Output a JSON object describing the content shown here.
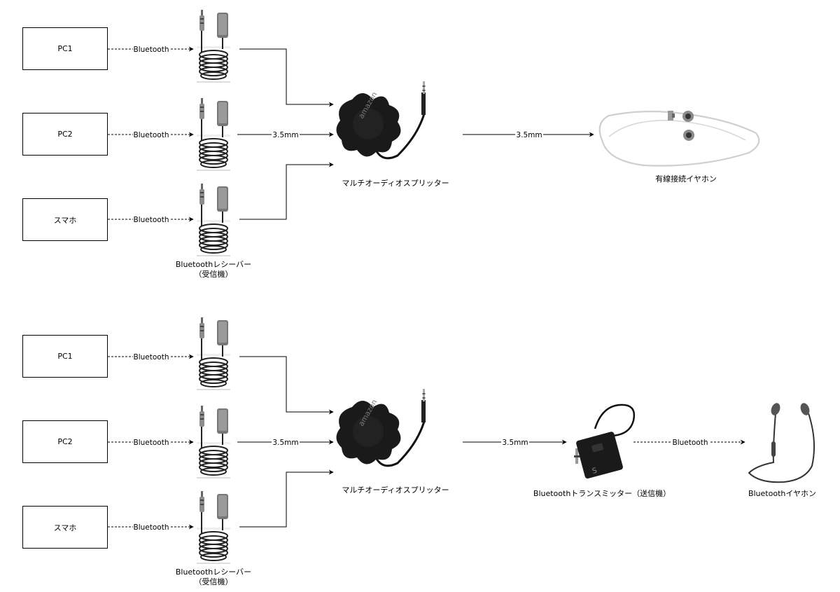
{
  "top": {
    "sources": [
      "PC1",
      "PC2",
      "スマホ"
    ],
    "bt_labels": [
      "Bluetooth",
      "Bluetooth",
      "Bluetooth"
    ],
    "cable_label": "3.5mm",
    "output_cable_label": "3.5mm",
    "receiver_label_line1": "Bluetoothレシーバー",
    "receiver_label_line2": "（受信機）",
    "splitter_label": "マルチオーディオスプリッター",
    "earphone_label": "有線接続イヤホン"
  },
  "bottom": {
    "sources": [
      "PC1",
      "PC2",
      "スマホ"
    ],
    "bt_labels": [
      "Bluetooth",
      "Bluetooth",
      "Bluetooth"
    ],
    "cable_label": "3.5mm",
    "output_cable_label": "3.5mm",
    "receiver_label_line1": "Bluetoothレシーバー",
    "receiver_label_line2": "（受信機）",
    "splitter_label": "マルチオーディオスプリッター",
    "transmitter_label": "Bluetoothトランスミッター（送信機）",
    "transmitter_bt_label": "Bluetooth",
    "earphone_label": "Bluetoothイヤホン"
  }
}
